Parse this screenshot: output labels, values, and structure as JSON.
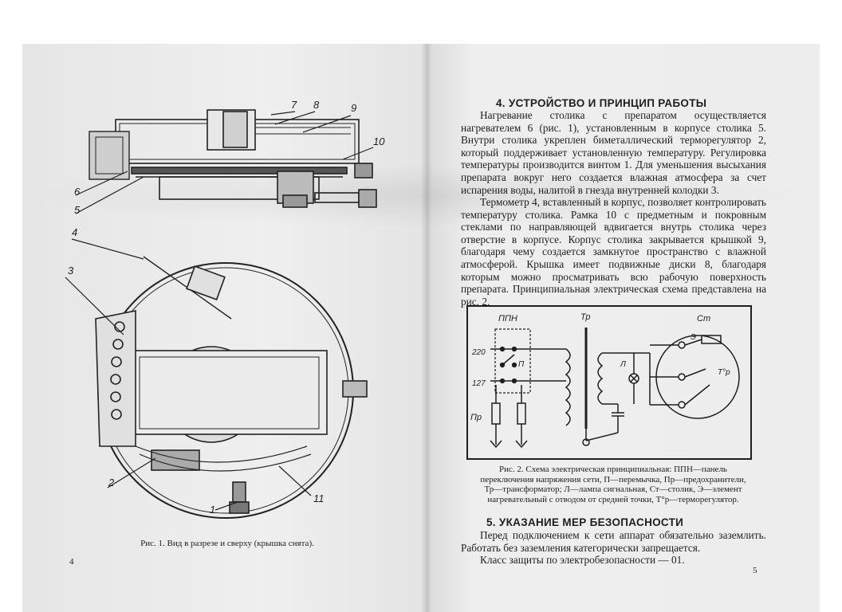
{
  "left_page": {
    "figure1": {
      "part_labels": [
        "7",
        "8",
        "9",
        "10",
        "6",
        "5",
        "4",
        "3",
        "2",
        "11",
        "1"
      ],
      "caption": "Рис. 1. Вид в разрезе и сверху (крышка снята)."
    },
    "page_number": "4"
  },
  "right_page": {
    "section4": {
      "title": "4. УСТРОЙСТВО И ПРИНЦИП РАБОТЫ",
      "paragraph1": "Нагревание столика с препаратом осуществляется нагревателем 6 (рис. 1), установленным в корпусе столика 5. Внутри столика укреплен биметаллический терморегулятор 2, который поддерживает установленную температуру. Регулировка температуры производится винтом 1. Для уменьшения высыхания препарата вокруг него создается влажная атмосфера за счет испарения воды, налитой в гнезда внутренней колодки 3.",
      "paragraph2": "Термометр 4, вставленный в корпус, позволяет контролировать температуру столика. Рамка 10 с предметным и покровным стеклами по направляющей вдвигается внутрь столика через отверстие в корпусе. Корпус столика закрывается крышкой 9, благодаря чему создается замкнутое пространство с влажной атмосферой. Крышка имеет подвижные диски 8, благодаря которым можно просматривать всю рабочую поверхность препарата. Принципиальная электрическая схема представлена на рис. 2."
    },
    "figure2": {
      "labels": {
        "ppn": "ППН",
        "tr": "Тр",
        "st": "Ст",
        "v220": "220",
        "v127": "127",
        "p": "П",
        "pr": "Пр",
        "l": "Л",
        "e": "Э",
        "tp": "Т°р"
      },
      "caption": "Рис. 2. Схема электрическая принципиальная: ППН—панель переключения напряжения сети, П—перемычка, Пр—предохранители, Тр—трансформатор; Л—лампа сигнальная, Ст—столик, Э—элемент нагревательный с отводом от средней точки, Т°р—терморегулятор."
    },
    "section5": {
      "title": "5. УКАЗАНИЕ МЕР БЕЗОПАСНОСТИ",
      "paragraph1": "Перед подключением к сети аппарат обязательно заземлить. Работать без заземления категорически запрещается.",
      "paragraph2": "Класс защиты по электробезопасности — 01."
    },
    "page_number": "5"
  }
}
